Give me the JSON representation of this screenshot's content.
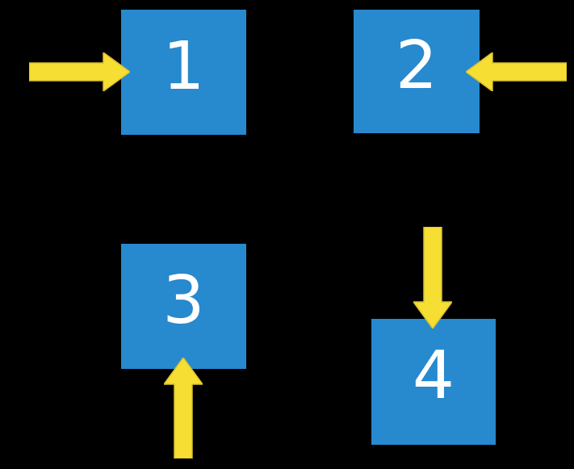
{
  "colors": {
    "background": "#000000",
    "box": "#2789CE",
    "arrow": "#F6DE33",
    "arrow-outline": "#D9C02F",
    "label": "#FFFFFF"
  },
  "diagram": {
    "boxes": [
      {
        "label": "1",
        "arrow_direction": "right",
        "arrow_side": "left"
      },
      {
        "label": "2",
        "arrow_direction": "left",
        "arrow_side": "right"
      },
      {
        "label": "3",
        "arrow_direction": "up",
        "arrow_side": "bottom"
      },
      {
        "label": "4",
        "arrow_direction": "down",
        "arrow_side": "top"
      }
    ]
  }
}
